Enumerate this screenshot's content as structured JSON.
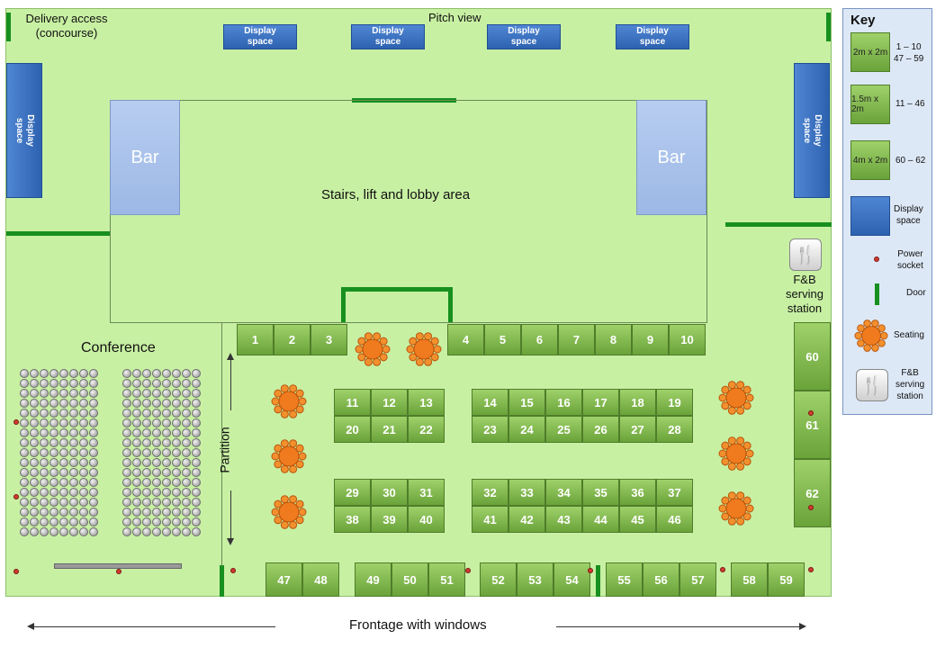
{
  "labels": {
    "delivery": "Delivery  access\n(concourse)",
    "pitch_view": "Pitch view",
    "stairs": "Stairs, lift and lobby area",
    "conference": "Conference",
    "partition": "Partition",
    "fnb": "F&B\nserving\nstation",
    "frontage": "Frontage with windows"
  },
  "bars": [
    "Bar",
    "Bar"
  ],
  "display_space_label": "Display\nspace",
  "stands": {
    "row_top_left": [
      "1",
      "2",
      "3"
    ],
    "row_top_right": [
      "4",
      "5",
      "6",
      "7",
      "8",
      "9",
      "10"
    ],
    "row_a_left": [
      "11",
      "12",
      "13"
    ],
    "row_a_right": [
      "14",
      "15",
      "16",
      "17",
      "18",
      "19"
    ],
    "row_b_left": [
      "20",
      "21",
      "22"
    ],
    "row_b_right": [
      "23",
      "24",
      "25",
      "26",
      "27",
      "28"
    ],
    "row_c_left": [
      "29",
      "30",
      "31"
    ],
    "row_c_right": [
      "32",
      "33",
      "34",
      "35",
      "36",
      "37"
    ],
    "row_d_left": [
      "38",
      "39",
      "40"
    ],
    "row_d_right": [
      "41",
      "42",
      "43",
      "44",
      "45",
      "46"
    ],
    "bottom_1": [
      "47",
      "48"
    ],
    "bottom_2": [
      "49",
      "50",
      "51"
    ],
    "bottom_3": [
      "52",
      "53",
      "54"
    ],
    "bottom_4": [
      "55",
      "56",
      "57"
    ],
    "bottom_5": [
      "58",
      "59"
    ],
    "right_col": [
      "60",
      "61",
      "62"
    ]
  },
  "key": {
    "title": "Key",
    "items": [
      {
        "swatch": "2m x 2m",
        "text": "1 – 10\n47 – 59"
      },
      {
        "swatch": "1.5m x 2m",
        "text": "11 – 46"
      },
      {
        "swatch": "4m x 2m",
        "text": "60 – 62"
      },
      {
        "swatch": "",
        "text": "Display\nspace"
      },
      {
        "swatch": "",
        "text": "Power\nsocket"
      },
      {
        "swatch": "",
        "text": "Door"
      },
      {
        "swatch": "",
        "text": "Seating"
      },
      {
        "swatch": "",
        "text": "F&B\nserving\nstation"
      }
    ]
  },
  "colors": {
    "floor": "#c8f0a3",
    "stand": "#7fb74a",
    "display": "#3a72c4",
    "door": "#17901f",
    "seating": "#f07a1e",
    "socket": "#d23a2e"
  },
  "icons": {
    "fnb": "fork-knife-icon",
    "seating": "round-table-icon"
  }
}
